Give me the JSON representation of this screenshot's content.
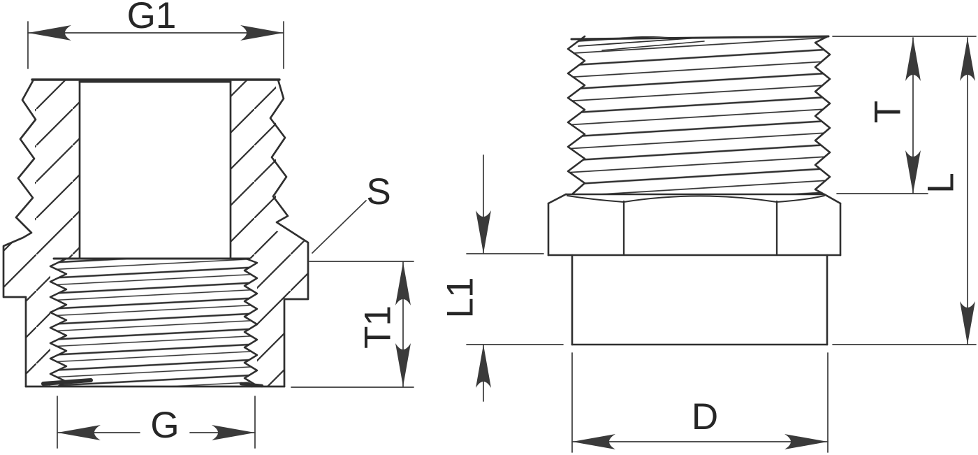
{
  "drawing": {
    "description": "Two-view technical drawing of a threaded pipe fitting (hex nipple): left = cross-section, right = exterior view",
    "labels": {
      "g1": "G1",
      "s": "S",
      "g": "G",
      "t1": "T1",
      "l1": "L1",
      "t": "T",
      "l": "L",
      "d": "D"
    },
    "colors": {
      "background": "#ffffff",
      "outline": "#2f2f2f",
      "dimension": "#3a3a3a",
      "text": "#262626"
    }
  }
}
